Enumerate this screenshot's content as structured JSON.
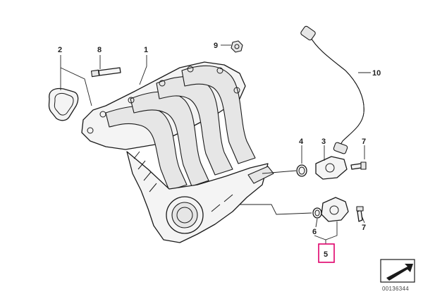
{
  "callouts": {
    "c1": "1",
    "c2": "2",
    "c3": "3",
    "c4": "4",
    "c5": "5",
    "c6": "6",
    "c7a": "7",
    "c7b": "7",
    "c8": "8",
    "c9": "9",
    "c10": "10"
  },
  "highlight": {
    "part": "5",
    "color": "#e0006a"
  },
  "reference_number": "00136344",
  "icons": {
    "nav": "arrow-next-icon"
  }
}
